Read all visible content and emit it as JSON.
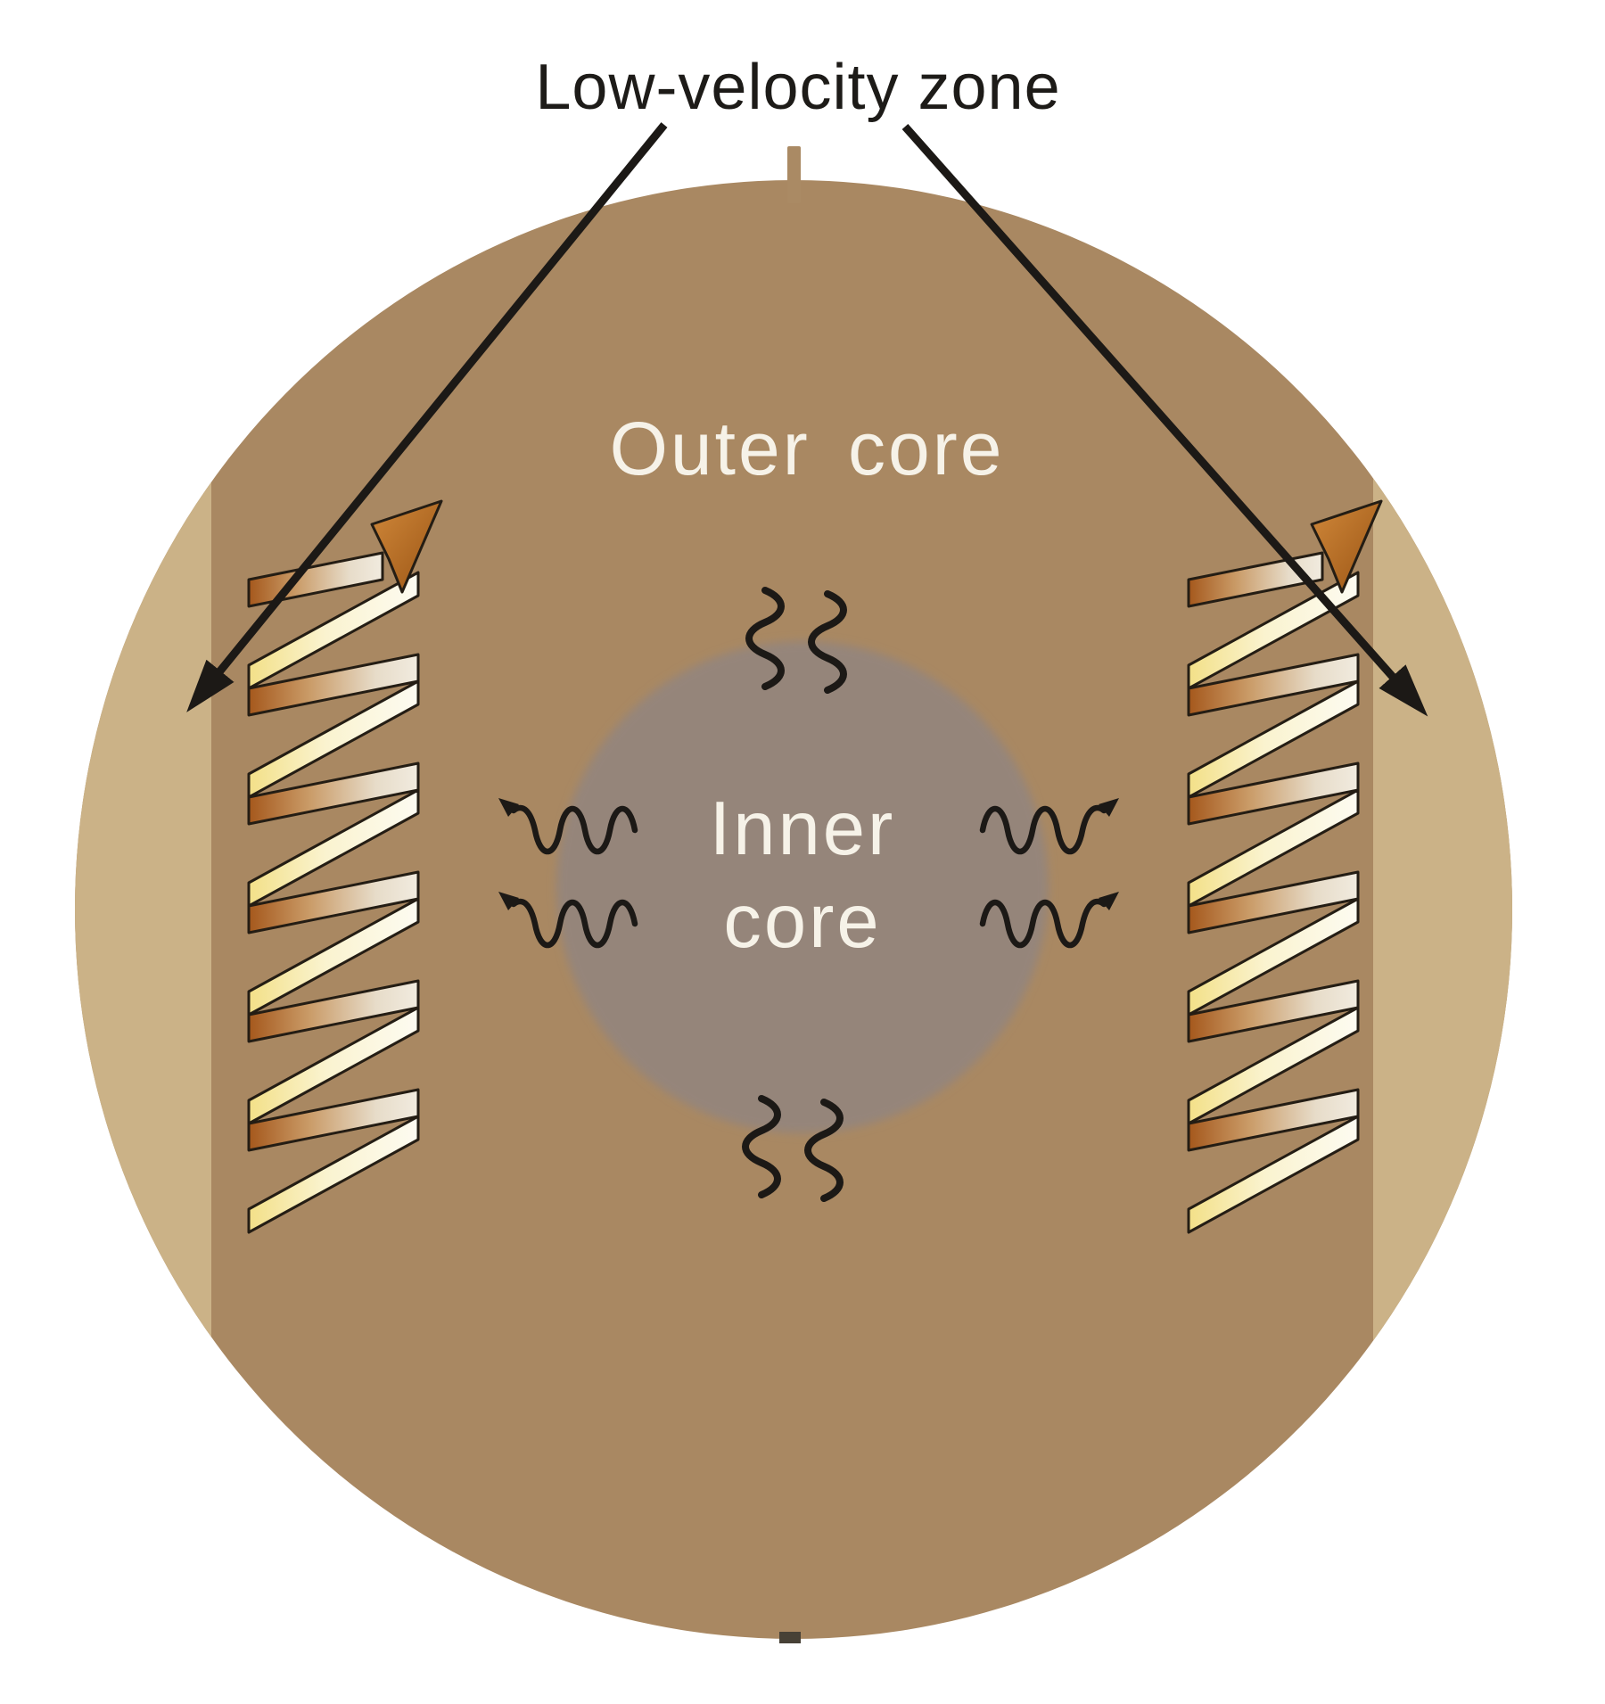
{
  "diagram": {
    "title": "Low-velocity zone",
    "outer_core_label": "Outer core",
    "inner_core_label_line1": "Inner",
    "inner_core_label_line2": "core"
  },
  "colors": {
    "background": "#ffffff",
    "outer_core_fill": "#a98862",
    "low_velocity_zone_fill": "#cbb287",
    "inner_core_fill": "#95857a",
    "ribbon_orange": "#b4671f",
    "ribbon_cream": "#f2e492",
    "arrow_ink": "#1c1916",
    "title_text": "#1d1b18",
    "core_label_text": "#f6f2e8"
  },
  "icons": {
    "pointer_arrow_left": "black straight arrow to left low-velocity zone",
    "pointer_arrow_right": "black straight arrow to right low-velocity zone",
    "convection_spiral": "helical ribbon with orange arrowhead",
    "p_wave_arrow": "horizontal wavy arrow",
    "s_wave_squiggle": "vertical wavy line",
    "axis_tick_top": "short tick above circle",
    "axis_tick_bottom": "short tick below circle"
  }
}
